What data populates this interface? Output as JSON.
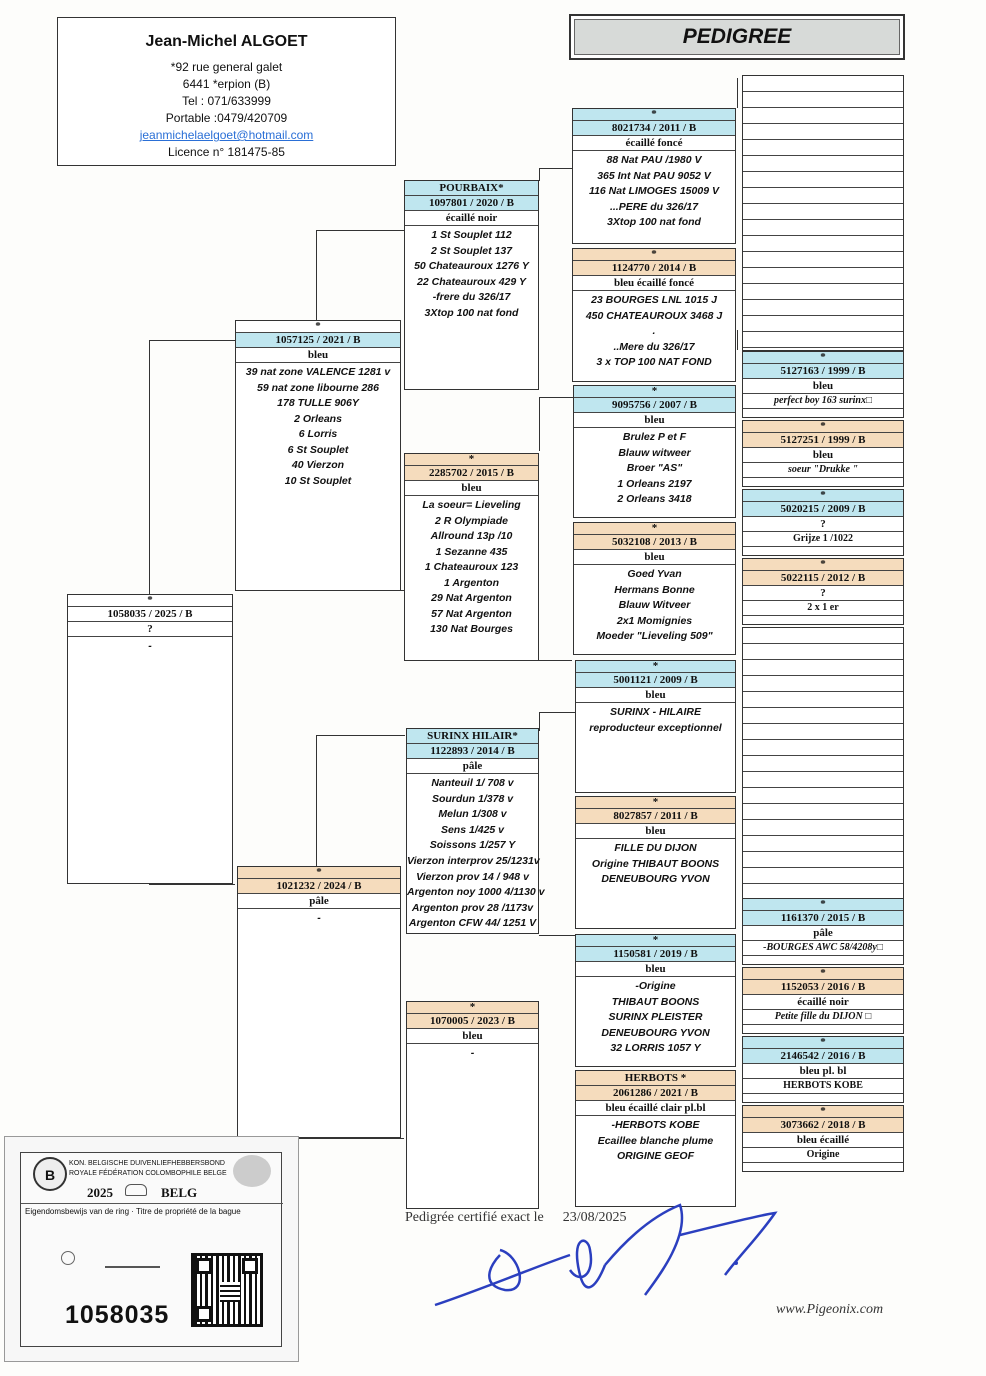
{
  "owner": {
    "name": "Jean-Michel ALGOET",
    "address": "*92 rue general galet",
    "city": "6441 *erpion (B)",
    "tel": "Tel : 071/633999",
    "portable": "Portable :0479/420709",
    "email": "jeanmichelaelgoet@hotmail.com",
    "licence": "Licence n° 181475-85"
  },
  "doc_title": "PEDIGREE",
  "subject": {
    "star": "*",
    "ring": "1058035 / 2025 / B",
    "color": "?",
    "notes": [
      "-"
    ]
  },
  "sire": {
    "star": "*",
    "ring": "1057125 / 2021 / B",
    "color": "bleu",
    "notes": [
      "39 nat zone VALENCE 1281 v",
      "59 nat zone libourne 286",
      "178 TULLE 906Y",
      "2 Orleans",
      "6 Lorris",
      "6 St Souplet",
      "40 Vierzon",
      "10 St Souplet"
    ]
  },
  "dam": {
    "star": "*",
    "ring": "1021232 / 2024 / B",
    "color": "pâle",
    "notes": [
      "-"
    ]
  },
  "ss": {
    "name": "POURBAIX*",
    "ring": "1097801 / 2020 / B",
    "color": "écaillé noir",
    "notes": [
      "1 St Souplet 112",
      "2 St Souplet 137",
      "50 Chateauroux 1276 Y",
      "22 Chateauroux 429 Y",
      "-frere du 326/17",
      "3Xtop 100 nat fond"
    ]
  },
  "sd": {
    "star": "*",
    "ring": "2285702 / 2015 / B",
    "color": "bleu",
    "notes": [
      "La soeur= Lieveling",
      "2 R Olympiade",
      "Allround 13p /10",
      "1 Sezanne 435",
      "1 Chateauroux 123",
      "1 Argenton",
      "29 Nat Argenton",
      "57 Nat Argenton",
      "130 Nat Bourges"
    ]
  },
  "ds": {
    "name": "SURINX HILAIR*",
    "ring": "1122893 / 2014 / B",
    "color": "pâle",
    "notes": [
      "Nanteuil 1/ 708 v",
      "Sourdun 1/378 v",
      "Melun 1/308 v",
      "Sens 1/425 v",
      "Soissons 1/257 Y",
      "Vierzon interprov 25/1231v",
      "Vierzon prov 14 / 948 v",
      "Argenton noy 1000 4/1130 v",
      "Argenton prov 28 /1173v",
      "Argenton CFW 44/ 1251 V"
    ]
  },
  "dd": {
    "star": "*",
    "ring": "1070005 / 2023 / B",
    "color": "bleu",
    "notes": [
      "-"
    ]
  },
  "sss": {
    "star": "*",
    "ring": "8021734 / 2011 / B",
    "color": "écaillé foncé",
    "notes": [
      "88 Nat PAU /1980 V",
      "365 Int Nat PAU 9052 V",
      "116 Nat LIMOGES 15009 V",
      "...PERE du 326/17",
      "3Xtop 100 nat fond"
    ]
  },
  "ssd": {
    "star": "*",
    "ring": "1124770 / 2014 / B",
    "color": "bleu écaillé foncé",
    "notes": [
      "23 BOURGES LNL 1015 J",
      "450 CHATEAUROUX 3468 J",
      ".",
      "..Mere du 326/17",
      "3 x TOP 100 NAT FOND"
    ]
  },
  "sds": {
    "star": "*",
    "ring": "9095756 / 2007 / B",
    "color": "bleu",
    "notes": [
      "Brulez P et F",
      "Blauw witweer",
      "Broer \"AS\"",
      "1 Orleans 2197",
      "2 Orleans 3418"
    ]
  },
  "sdd": {
    "star": "*",
    "ring": "5032108 / 2013 / B",
    "color": "bleu",
    "notes": [
      "Goed Yvan",
      "Hermans Bonne",
      "Blauw Witveer",
      "2x1 Momignies",
      "Moeder \"Lieveling 509\""
    ]
  },
  "dss": {
    "star": "*",
    "ring": "5001121 / 2009 / B",
    "color": "bleu",
    "notes": [
      "SURINX - HILAIRE",
      "reproducteur exceptionnel"
    ]
  },
  "dsd": {
    "star": "*",
    "ring": "8027857 / 2011 / B",
    "color": "bleu",
    "notes": [
      "FILLE  DU DIJON",
      "Origine THIBAUT BOONS",
      "DENEUBOURG YVON"
    ]
  },
  "dds": {
    "star": "*",
    "ring": "1150581 / 2019 / B",
    "color": "bleu",
    "notes": [
      "-Origine",
      "THIBAUT BOONS",
      "SURINX PLEISTER",
      "DENEUBOURG YVON",
      "32 LORRIS 1057 Y"
    ]
  },
  "ddd": {
    "name": "HERBOTS *",
    "ring": "2061286 / 2021 / B",
    "color": "bleu écaillé clair pl.bl",
    "notes": [
      "-HERBOTS KOBE",
      "Ecaillee blanche plume",
      "ORIGINE  GEOF"
    ]
  },
  "g5": [
    {
      "star": "*",
      "ring": "5127163 / 1999 / B",
      "color": "bleu",
      "note": "perfect boy 163 surinx□"
    },
    {
      "star": "*",
      "ring": "5127251 / 1999 / B",
      "color": "bleu",
      "note": "soeur \"Drukke \""
    },
    {
      "star": "*",
      "ring": "5020215 / 2009 / B",
      "color": "?",
      "note": "Grijze 1 /1022"
    },
    {
      "star": "*",
      "ring": "5022115 / 2012 / B",
      "color": "?",
      "note": "2 x 1 er"
    },
    {
      "star": "*",
      "ring": "1161370 / 2015 / B",
      "color": "pâle",
      "note": "-BOURGES AWC  58/4208y□"
    },
    {
      "star": "*",
      "ring": "1152053 / 2016 / B",
      "color": "écaillé noir",
      "note": "Petite fille du DIJON □"
    },
    {
      "star": "*",
      "ring": "2146542 / 2016 / B",
      "color": "bleu pl. bl",
      "note": "HERBOTS KOBE"
    },
    {
      "star": "*",
      "ring": "3073662 / 2018 / B",
      "color": "bleu écaillé",
      "note": "Origine"
    }
  ],
  "footer": {
    "certified": "Pedigrée certifié exact le",
    "date": "23/08/2025",
    "website": "www.Pigeonix.com"
  },
  "ring_card": {
    "org_nl": "KON. BELGISCHE DUIVENLIEFHEBBERSBOND",
    "org_fr": "ROYALE FÉDÉRATION COLOMBOPHILE BELGE",
    "year": "2025",
    "country": "BELG",
    "caption_nl": "Eigendomsbewijs van de ring",
    "caption_fr": "Titre de propriété de la bague",
    "number": "1058035"
  },
  "colors": {
    "blue_header": "#bfe6ef",
    "tan_header": "#f5dcbd",
    "title_bg": "#d7dad8",
    "ink": "#2b3fbf"
  }
}
